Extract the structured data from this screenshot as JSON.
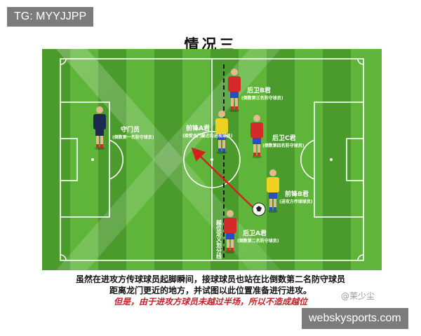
{
  "corner_tags": {
    "top_left": "TG: MYYJJPP",
    "bottom_right": "webskysports.com"
  },
  "diagram": {
    "title": "情况三",
    "players": [
      {
        "role": "goalkeeper",
        "label": "守门员",
        "sublabel": "(倒数第一名防守球员)",
        "kit": "navy"
      },
      {
        "role": "forward-a",
        "label": "前锋A君",
        "sublabel": "(接受龙门最近的进攻球员)",
        "kit": "yellow"
      },
      {
        "role": "defender-b",
        "label": "后卫B君",
        "sublabel": "(倒数第三名防守球员)",
        "kit": "red"
      },
      {
        "role": "defender-c",
        "label": "后卫C君",
        "sublabel": "(倒数第四名防守球员)",
        "kit": "red"
      },
      {
        "role": "forward-b",
        "label": "前锋B君",
        "sublabel": "(进攻方传球球员)",
        "kit": "yellow"
      },
      {
        "role": "defender-a",
        "label": "后卫A君",
        "sublabel": "(倒数第二名防守球员)",
        "kit": "red"
      }
    ],
    "offside_line_label": "越位定义划分线",
    "captions": [
      "虽然在进攻方传球球员起脚瞬间，接球球员也站在比倒数第二名防守球员",
      "距离龙门更近的地方，并试图以此位置准备进行进攻。",
      "但是，由于进攻方球员未越过半场，所以不造成越位"
    ],
    "watermark": "@茉少尘"
  },
  "colors": {
    "grass_light": "#5fb53a",
    "grass_dark": "#4a9a2c",
    "pass_arrow": "#d62020",
    "red_kit": "#d42a2a",
    "yellow_kit": "#f0d020",
    "navy_kit": "#1c2a50",
    "caption_highlight": "#c8202a"
  }
}
